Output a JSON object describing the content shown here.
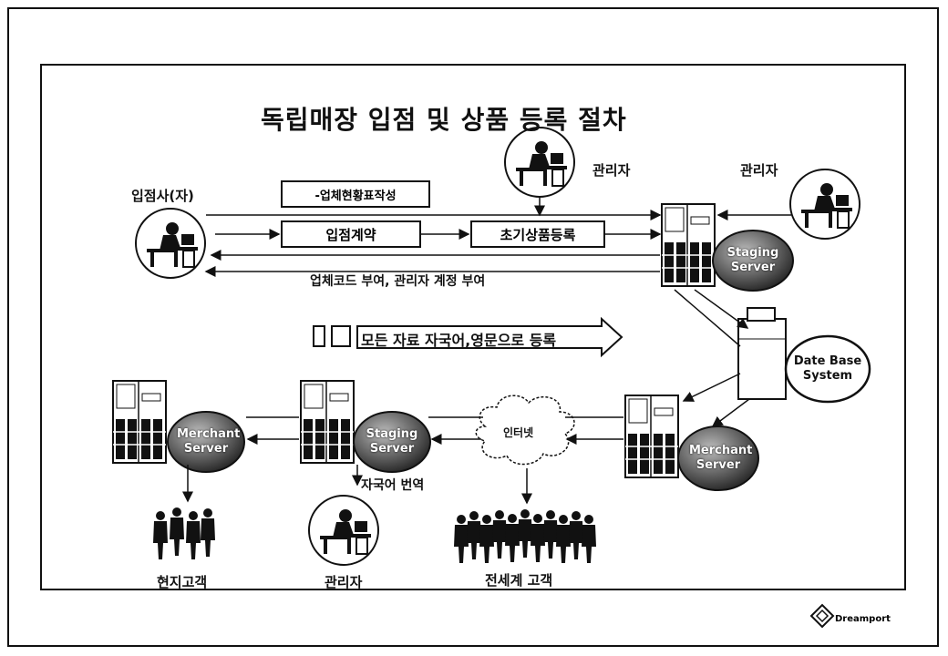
{
  "title": "독립매장 입점 및 상품 등록 절차",
  "labels": {
    "vendor": "입점사(자)",
    "admin_top": "관리자",
    "admin_right": "관리자",
    "admin_bottom": "관리자",
    "step_doc": "-업체현황표작성",
    "step_contract": "입점계약",
    "step_register": "초기상품등록",
    "return_msg": "업체코드 부여, 관리자 계정 부여",
    "banner": "모든 자료 자국어,영문으로 등록",
    "internet": "인터넷",
    "translate": "자국어 번역",
    "local_customers": "현지고객",
    "global_customers": "전세계 고객"
  },
  "servers": {
    "staging_top": "Staging Server",
    "staging_bottom": "Staging Server",
    "merchant_left": "Merchant Server",
    "merchant_right": "Merchant Server",
    "database": "Date Base System"
  },
  "brand": "Dreamport"
}
